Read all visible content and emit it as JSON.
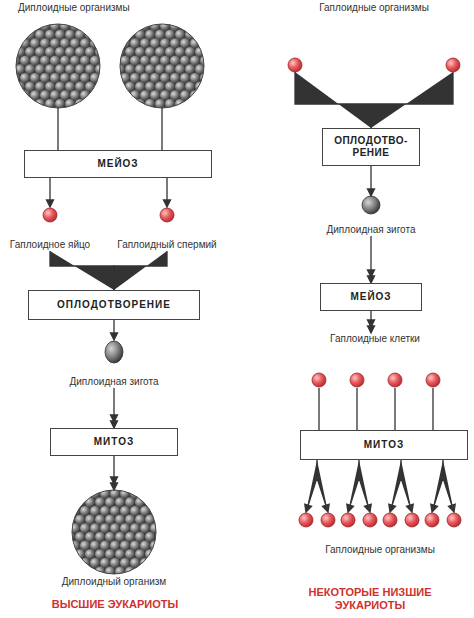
{
  "diagram": {
    "nodes": [
      {
        "text": [
          "Диплоидные организмы"
        ]
      },
      {
        "text": [
          "МЕЙОЗ"
        ]
      },
      {
        "text": [
          "Гаплоидное яйцо"
        ]
      },
      {
        "text": [
          "Гаплоидный спермий"
        ]
      },
      {
        "text": [
          "ОПЛОДОТВОРЕНИЕ"
        ]
      },
      {
        "text": [
          "Диплоидная зигота"
        ]
      },
      {
        "text": [
          "МИТОЗ"
        ]
      },
      {
        "text": [
          "Диплоидный организм"
        ]
      },
      {
        "text": [
          "Гаплоидные организмы"
        ]
      },
      {
        "text": [
          "ОПЛОДОТВО- РЕНИЕ"
        ]
      },
      {
        "text": [
          "Диплоидная зигота"
        ]
      },
      {
        "text": [
          "МЕЙОЗ"
        ]
      },
      {
        "text": [
          "Гаплоидные клетки"
        ]
      },
      {
        "text": [
          "МИТОЗ"
        ]
      },
      {
        "text": [
          "Гаплоидные организмы"
        ]
      }
    ],
    "edges": [
      {
        "from": 0,
        "to": 1,
        "arrow": "none"
      },
      {
        "from": 1,
        "to": 2,
        "arrow": "to"
      },
      {
        "from": 1,
        "to": 3,
        "arrow": "to"
      },
      {
        "from": 2,
        "to": 4,
        "arrow": "none"
      },
      {
        "from": 3,
        "to": 4,
        "arrow": "none"
      },
      {
        "from": 4,
        "to": 5,
        "arrow": "to"
      },
      {
        "from": 5,
        "to": 6,
        "arrow": "to"
      },
      {
        "from": 6,
        "to": 7,
        "arrow": "to"
      },
      {
        "from": 8,
        "to": 9,
        "arrow": "none"
      },
      {
        "from": 9,
        "to": 10,
        "arrow": "to"
      },
      {
        "from": 10,
        "to": 11,
        "arrow": "to"
      },
      {
        "from": 11,
        "to": 12,
        "arrow": "to"
      },
      {
        "from": 12,
        "to": 13,
        "arrow": "none"
      },
      {
        "from": 13,
        "to": 14,
        "arrow": "to"
      }
    ],
    "labels": [
      "ВЫСШИЕ ЭУКАРИОТЫ",
      "НЕКОТОРЫЕ НИЗШИЕ ЭУКАРИОТЫ"
    ]
  }
}
